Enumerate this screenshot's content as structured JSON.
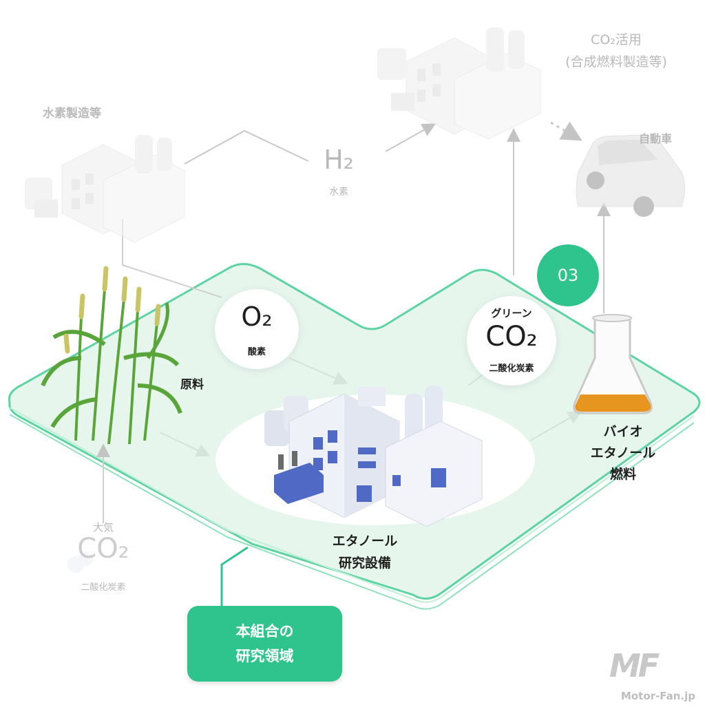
{
  "labels": {
    "hydrogen_production": "水素製造等",
    "co2_use_line1": "CO₂活用",
    "co2_use_line2": "(合成燃料製造等)",
    "car": "自動車",
    "h2_formula": "H₂",
    "h2_name": "水素",
    "o2_formula": "O₂",
    "o2_name": "酸素",
    "green_co2_top": "グリーン",
    "green_co2_formula": "CO₂",
    "green_co2_name": "二酸化炭素",
    "raw_material": "原料",
    "bio_ethanol_line1": "バイオ",
    "bio_ethanol_line2": "エタノール",
    "bio_ethanol_line3": "燃料",
    "facility_line1": "エタノール",
    "facility_line2": "研究設備",
    "atmos_top": "大気",
    "atmos_formula": "CO₂",
    "atmos_name": "二酸化炭素"
  },
  "badge": "03",
  "scope": {
    "line1": "本組合の",
    "line2": "研究領域"
  },
  "watermark": {
    "logo": "MF",
    "site": "Motor-Fan.jp"
  },
  "colors": {
    "accent": "#2fc48d",
    "platform": "#e6f6ec",
    "faded": "#b9b9b9",
    "liquid": "#e6961e",
    "building_accent": "#4f69c4"
  }
}
